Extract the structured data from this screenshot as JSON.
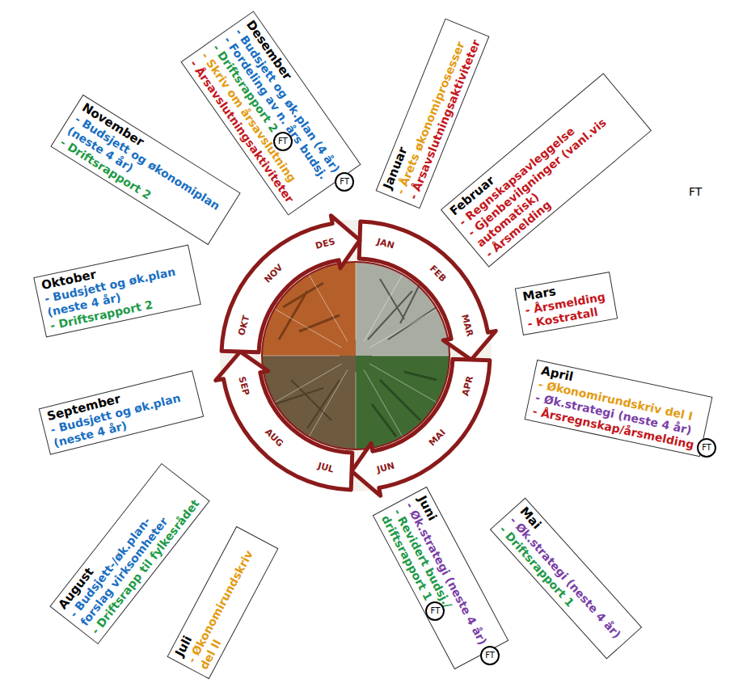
{
  "diagram": {
    "nodes": [
      {
        "text": [
          "Januar",
          "- Årets økonomiprosesser",
          "- Årsavslutningsaktiviteter"
        ]
      },
      {
        "text": [
          "Februar",
          "- Regnskapsavleggelse",
          "- Gjenbevilgninger (vanl.vis automatisk)",
          "- Årsmelding"
        ]
      },
      {
        "text": [
          "Mars",
          "- Årsmelding",
          "- Kostratall"
        ]
      },
      {
        "text": [
          "April",
          "- Økonomirundskriv del I",
          "- Øk.strategi (neste 4 år)",
          "- Årsregnskap/årsmelding"
        ]
      },
      {
        "text": [
          "Mai",
          "- Øk.strategi (neste 4 år)",
          "- Driftsrapport 1"
        ]
      },
      {
        "text": [
          "Juni",
          "- Øk.strategi (neste 4 år)",
          "- Revidert budsj./ driftsrapport 1"
        ]
      },
      {
        "text": [
          "Juli",
          "- Økonomirundskriv del II"
        ]
      },
      {
        "text": [
          "August",
          "- Budsjett-/øk.plan- forslag virksomheter",
          "- Driftsrapp til fylkesrådet"
        ]
      },
      {
        "text": [
          "September",
          "- Budsjett og øk.plan (neste 4 år)"
        ]
      },
      {
        "text": [
          "Oktober",
          "- Budsjett og øk.plan (neste 4 år)",
          "- Driftsrapport 2"
        ]
      },
      {
        "text": [
          "November",
          "- Budsjett og økonomiplan (neste 4 år)",
          "- Driftsrapport 2"
        ]
      },
      {
        "text": [
          "Desember",
          "- Budsjett og øk.plan (4 år)",
          "- Fordeling av n. års budsj.",
          "- Driftsrapport 2",
          "- Skriv om årsavslutning",
          "- Årsavslutningsaktiviteter"
        ]
      },
      {
        "text": [
          "FT"
        ]
      },
      {
        "text": [
          "FT"
        ]
      },
      {
        "text": [
          "FT"
        ]
      },
      {
        "text": [
          "FT"
        ]
      },
      {
        "text": [
          "FT"
        ]
      }
    ],
    "labels": [
      "JAN",
      "FEB",
      "MAR",
      "APR",
      "MAI",
      "JUN",
      "JUL",
      "AUG",
      "SEP",
      "OKT",
      "NOV",
      "DES",
      "FT"
    ]
  }
}
